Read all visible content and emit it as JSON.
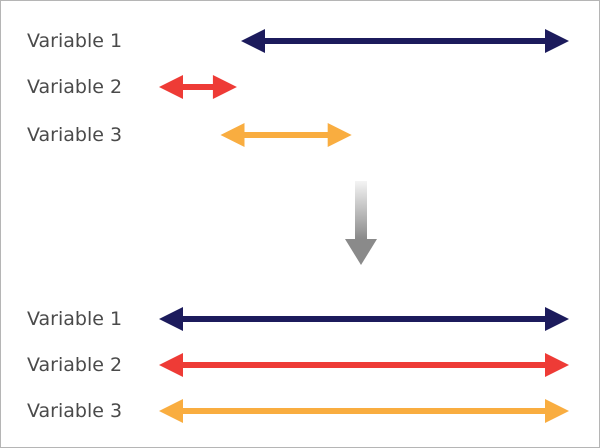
{
  "before": {
    "rows": [
      {
        "label": "Variable 1",
        "color": "#1c1b5c",
        "range": [
          0.2,
          1.0
        ]
      },
      {
        "label": "Variable 2",
        "color": "#ee3b36",
        "range": [
          0.0,
          0.19
        ]
      },
      {
        "label": "Variable 3",
        "color": "#f9ad40",
        "range": [
          0.15,
          0.47
        ]
      }
    ]
  },
  "after": {
    "rows": [
      {
        "label": "Variable 1",
        "color": "#1c1b5c",
        "range": [
          0.0,
          1.0
        ]
      },
      {
        "label": "Variable 2",
        "color": "#ee3b36",
        "range": [
          0.0,
          1.0
        ]
      },
      {
        "label": "Variable 3",
        "color": "#f9ad40",
        "range": [
          0.0,
          1.0
        ]
      }
    ]
  },
  "transition": {
    "icon": "down-arrow-icon",
    "color_top": "#f4f4f4",
    "color_bottom": "#8a8a8a"
  }
}
